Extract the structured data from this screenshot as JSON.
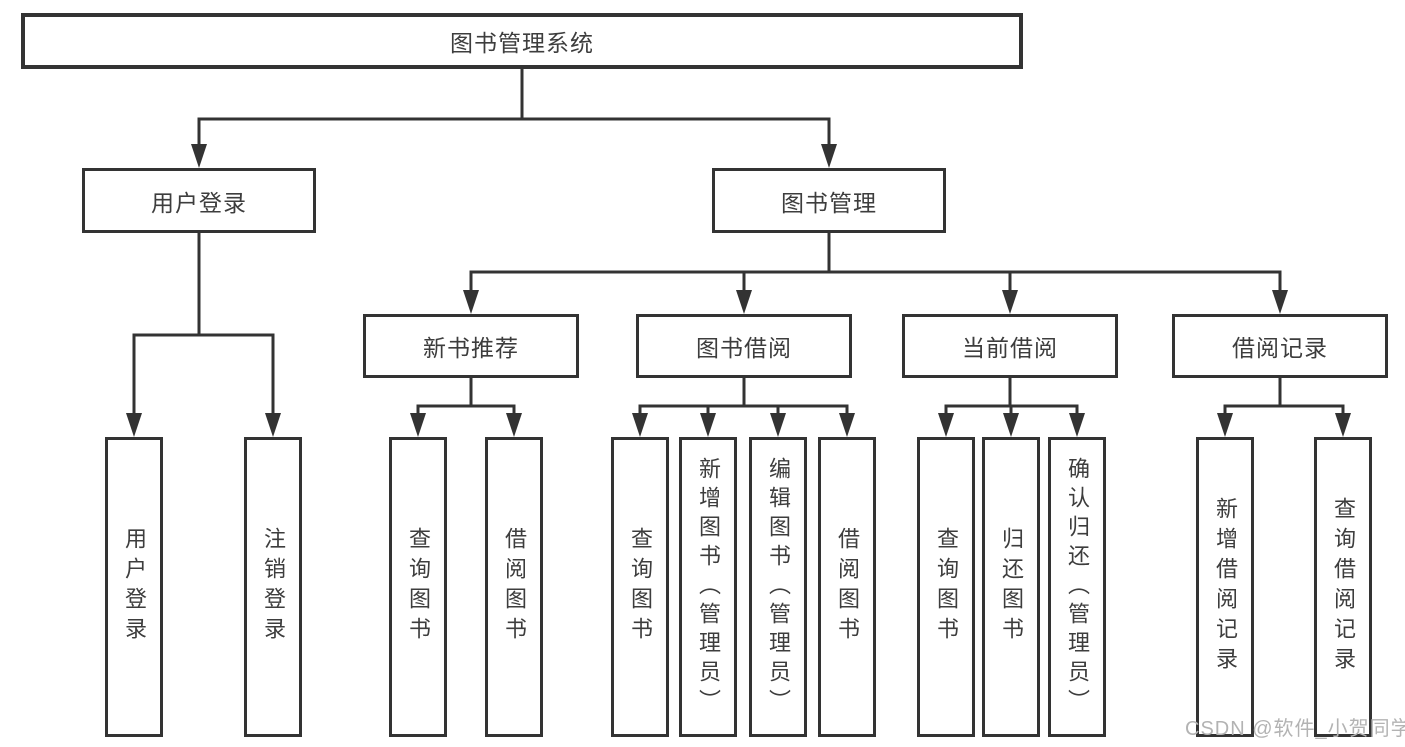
{
  "diagram": {
    "type": "hierarchy",
    "tree": {
      "root": {
        "label": "图书管理系统",
        "children": [
          {
            "label": "用户登录",
            "children": [
              {
                "label": "用户登录"
              },
              {
                "label": "注销登录"
              }
            ]
          },
          {
            "label": "图书管理",
            "children": [
              {
                "label": "新书推荐",
                "children": [
                  {
                    "label": "查询图书"
                  },
                  {
                    "label": "借阅图书"
                  }
                ]
              },
              {
                "label": "图书借阅",
                "children": [
                  {
                    "label": "查询图书"
                  },
                  {
                    "label": "新增图书（管理员）"
                  },
                  {
                    "label": "编辑图书（管理员）"
                  },
                  {
                    "label": "借阅图书"
                  }
                ]
              },
              {
                "label": "当前借阅",
                "children": [
                  {
                    "label": "查询图书"
                  },
                  {
                    "label": "归还图书"
                  },
                  {
                    "label": "确认归还（管理员）"
                  }
                ]
              },
              {
                "label": "借阅记录",
                "children": [
                  {
                    "label": "新增借阅记录"
                  },
                  {
                    "label": "查询借阅记录"
                  }
                ]
              }
            ]
          }
        ]
      }
    },
    "colors": {
      "line": "#333333",
      "text": "#3d3d3d",
      "box_background": "#ffffff",
      "page_background": "#ffffff",
      "watermark": "#b3b3b3"
    }
  },
  "watermark": {
    "text": "CSDN @软件_小贺同学"
  }
}
